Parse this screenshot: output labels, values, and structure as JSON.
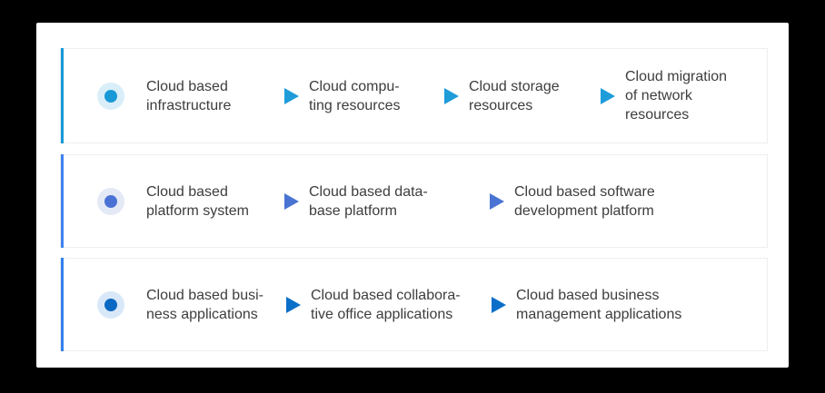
{
  "panel": {
    "background": "#ffffff",
    "frame": "#000000",
    "card_border": "#eeeeee",
    "text_color": "#3d3d3d"
  },
  "rows": [
    {
      "label": "Cloud based\ninfrastructure",
      "colors": {
        "line": "#1899d6",
        "dot": "#1899d6",
        "dot_bg": "#d9eef8",
        "arrow": "#1e9cd9"
      },
      "items": [
        {
          "text": "Cloud compu-\nting resources"
        },
        {
          "text": "Cloud storage\nresources"
        },
        {
          "text": "Cloud migration\nof network\nresources"
        }
      ]
    },
    {
      "label": "Cloud based\nplatform system",
      "colors": {
        "line": "#3e82f2",
        "dot": "#4a72d4",
        "dot_bg": "#e4e9f6",
        "arrow": "#4a74d3"
      },
      "items": [
        {
          "text": "Cloud based data-\nbase platform"
        },
        {
          "text": "Cloud based software\ndevelopment platform"
        }
      ]
    },
    {
      "label": "Cloud based busi-\nness applications",
      "colors": {
        "line": "#3380ee",
        "dot": "#0a69c2",
        "dot_bg": "#d9e8f8",
        "arrow": "#0a6fc8"
      },
      "items": [
        {
          "text": "Cloud based collabora-\ntive office applications"
        },
        {
          "text": "Cloud based business\nmanagement applications"
        }
      ]
    }
  ]
}
